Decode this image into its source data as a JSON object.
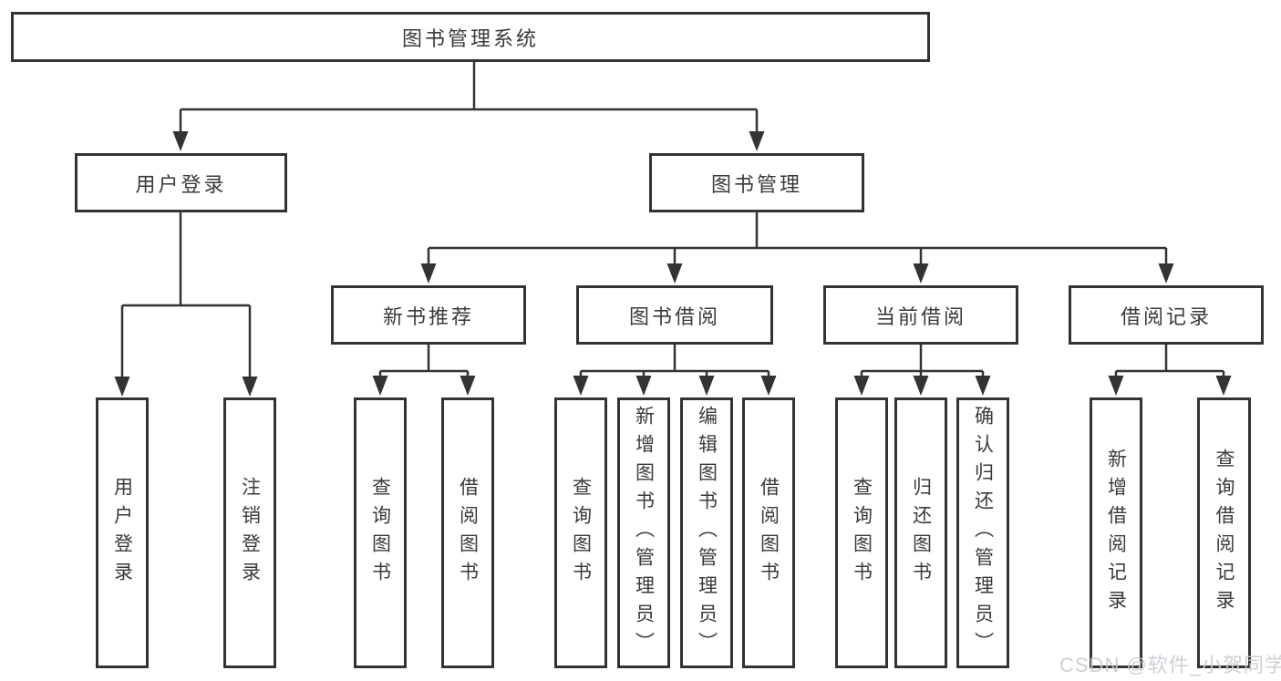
{
  "diagram": {
    "root": {
      "label": "图书管理系统"
    },
    "level2": [
      {
        "label": "用户登录"
      },
      {
        "label": "图书管理"
      }
    ],
    "level3": [
      {
        "label": "新书推荐"
      },
      {
        "label": "图书借阅"
      },
      {
        "label": "当前借阅"
      },
      {
        "label": "借阅记录"
      }
    ],
    "leaves": {
      "user_login": [
        "用户登录",
        "注销登录"
      ],
      "new_book_recommend": [
        "查询图书",
        "借阅图书"
      ],
      "book_borrow": [
        "查询图书",
        "新增图书（管理员）",
        "编辑图书（管理员）",
        "借阅图书"
      ],
      "current_borrow": [
        "查询图书",
        "归还图书",
        "确认归还（管理员）"
      ],
      "borrow_records": [
        "新增借阅记录",
        "查询借阅记录"
      ]
    }
  },
  "watermark": {
    "text": "CSDN @软件_小贺同学"
  },
  "colors": {
    "line": "#333333",
    "text": "#3a3a3a",
    "background": "#ffffff",
    "watermark": "#c8ccd1"
  }
}
